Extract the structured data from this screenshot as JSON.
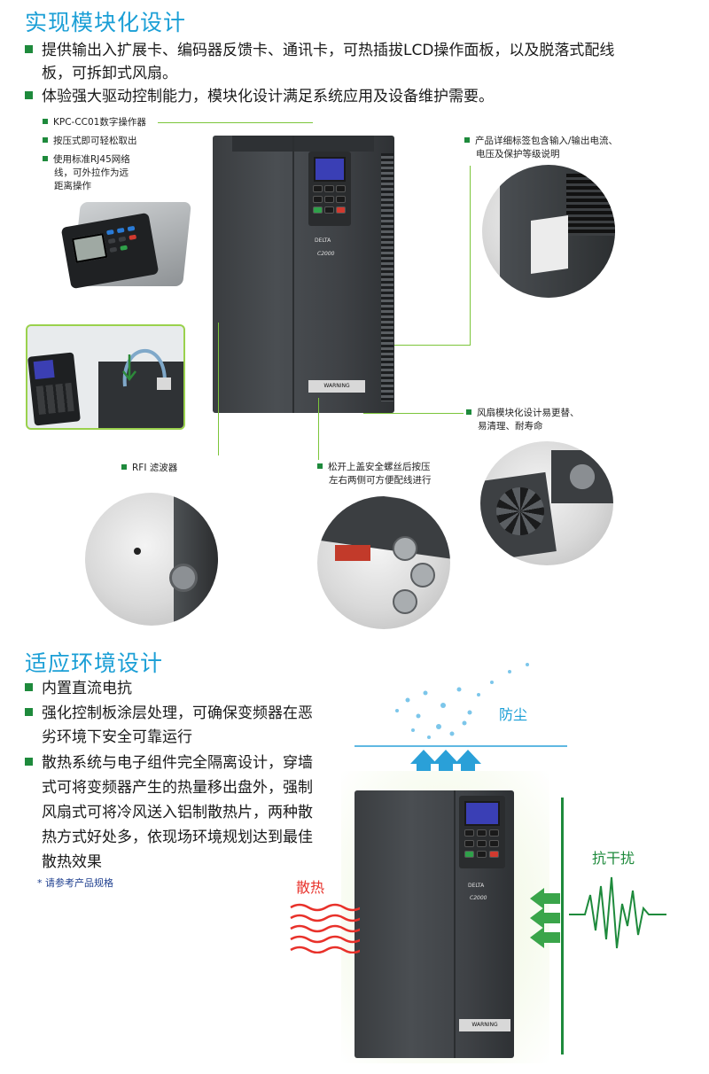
{
  "section1": {
    "title": "实现模块化设计",
    "bullets": [
      "提供输出入扩展卡、编码器反馈卡、通讯卡，可热插拔LCD操作面板，以及脱落式配线",
      "板，可拆卸式风扇。",
      "体验强大驱动控制能力，模块化设计满足系统应用及设备维护需要。"
    ],
    "callouts": {
      "keypad_1": "KPC-CC01数字操作器",
      "keypad_2": "按压式即可轻松取出",
      "keypad_3a": "使用标准RJ45网络",
      "keypad_3b": "线，可外拉作为远",
      "keypad_3c": "距离操作",
      "label_a": "产品详细标签包含输入/输出电流、",
      "label_b": "电压及保护等级说明",
      "fan_a": "风扇模块化设计易更替、",
      "fan_b": "易清理、耐寿命",
      "rfi": "RFI 滤波器",
      "screw_a": "松开上盖安全螺丝后按压",
      "screw_b": "左右两侧可方便配线进行"
    },
    "device": {
      "brand": "DELTA",
      "model": "C2000",
      "warning": "WARNING"
    }
  },
  "section2": {
    "title": "适应环境设计",
    "bullets": [
      "内置直流电抗",
      "强化控制板涂层处理，可确保变频器在恶",
      "劣环境下安全可靠运行",
      "散热系统与电子组件完全隔离设计，穿墙",
      "式可将变频器产生的热量移出盘外，强制",
      "风扇式可将冷风送入铝制散热片，两种散",
      "热方式好处多，依现场环境规划达到最佳",
      "散热效果"
    ],
    "note": "* 请参考产品规格",
    "labels": {
      "dust": "防尘",
      "interference": "抗干扰",
      "heat": "散热"
    },
    "device": {
      "brand": "DELTA",
      "model": "C2000",
      "warning": "WARNING"
    }
  },
  "colors": {
    "title_blue": "#1b9fd6",
    "bullet_green": "#1e8a3c",
    "line_green": "#7cc53a",
    "heat_red": "#e8312a"
  }
}
